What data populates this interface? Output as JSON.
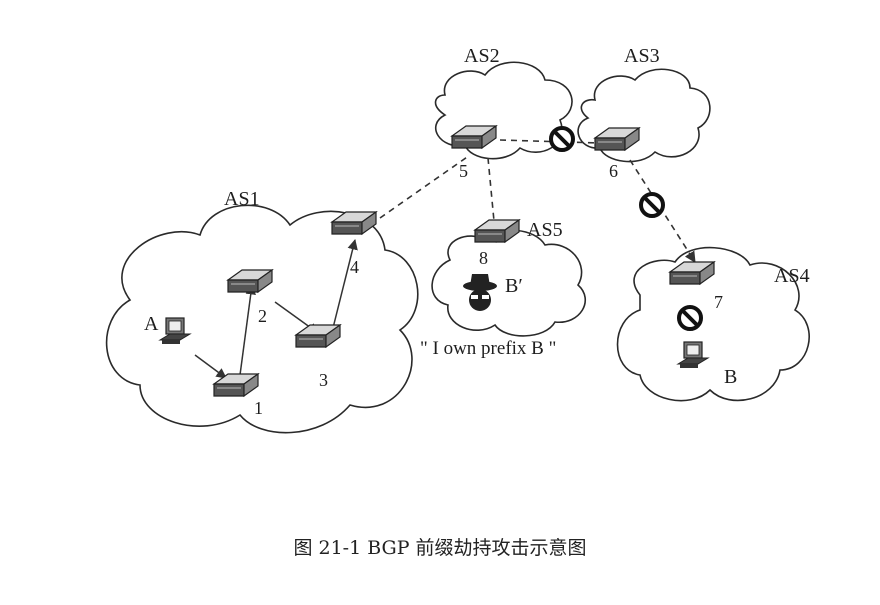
{
  "autonomous_systems": [
    {
      "id": "as1",
      "label": "AS1"
    },
    {
      "id": "as2",
      "label": "AS2"
    },
    {
      "id": "as3",
      "label": "AS3"
    },
    {
      "id": "as4",
      "label": "AS4"
    },
    {
      "id": "as5",
      "label": "AS5"
    }
  ],
  "routers": [
    {
      "id": "r1",
      "label": "1"
    },
    {
      "id": "r2",
      "label": "2"
    },
    {
      "id": "r3",
      "label": "3"
    },
    {
      "id": "r4",
      "label": "4"
    },
    {
      "id": "r5",
      "label": "5"
    },
    {
      "id": "r6",
      "label": "6"
    },
    {
      "id": "r7",
      "label": "7"
    },
    {
      "id": "r8",
      "label": "8"
    }
  ],
  "hosts": [
    {
      "id": "hostA",
      "label": "A"
    },
    {
      "id": "hostB",
      "label": "B"
    },
    {
      "id": "attacker",
      "label": "B′"
    }
  ],
  "claim": "\" I own prefix B \"",
  "caption": "图 21-1 BGP 前缀劫持攻击示意图"
}
